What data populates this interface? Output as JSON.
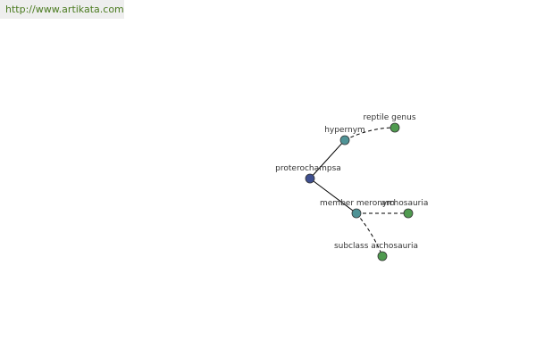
{
  "site": {
    "url": "http://www.artikata.com"
  },
  "colors": {
    "center_node": "#3e4f8f",
    "relation_node": "#4f9396",
    "leaf_node": "#4f9a4f",
    "node_stroke": "#333333",
    "edge": "#000000",
    "url_text": "#4a7a1f",
    "url_bg": "#eeeeee"
  },
  "graph": {
    "nodes": [
      {
        "id": "proterochampsa",
        "label": "proterochampsa",
        "kind": "center"
      },
      {
        "id": "hypernym",
        "label": "hypernym",
        "kind": "relation"
      },
      {
        "id": "member-meronym",
        "label": "member meronym",
        "kind": "relation"
      },
      {
        "id": "reptile-genus",
        "label": "reptile genus",
        "kind": "leaf"
      },
      {
        "id": "archosauria",
        "label": "archosauria",
        "kind": "leaf"
      },
      {
        "id": "subclass-archosauria",
        "label": "subclass archosauria",
        "kind": "leaf"
      }
    ],
    "edges": [
      {
        "from": "proterochampsa",
        "to": "hypernym",
        "style": "solid"
      },
      {
        "from": "proterochampsa",
        "to": "member-meronym",
        "style": "solid"
      },
      {
        "from": "hypernym",
        "to": "reptile-genus",
        "style": "dashed"
      },
      {
        "from": "member-meronym",
        "to": "archosauria",
        "style": "dashed"
      },
      {
        "from": "member-meronym",
        "to": "subclass-archosauria",
        "style": "dashed"
      }
    ]
  }
}
